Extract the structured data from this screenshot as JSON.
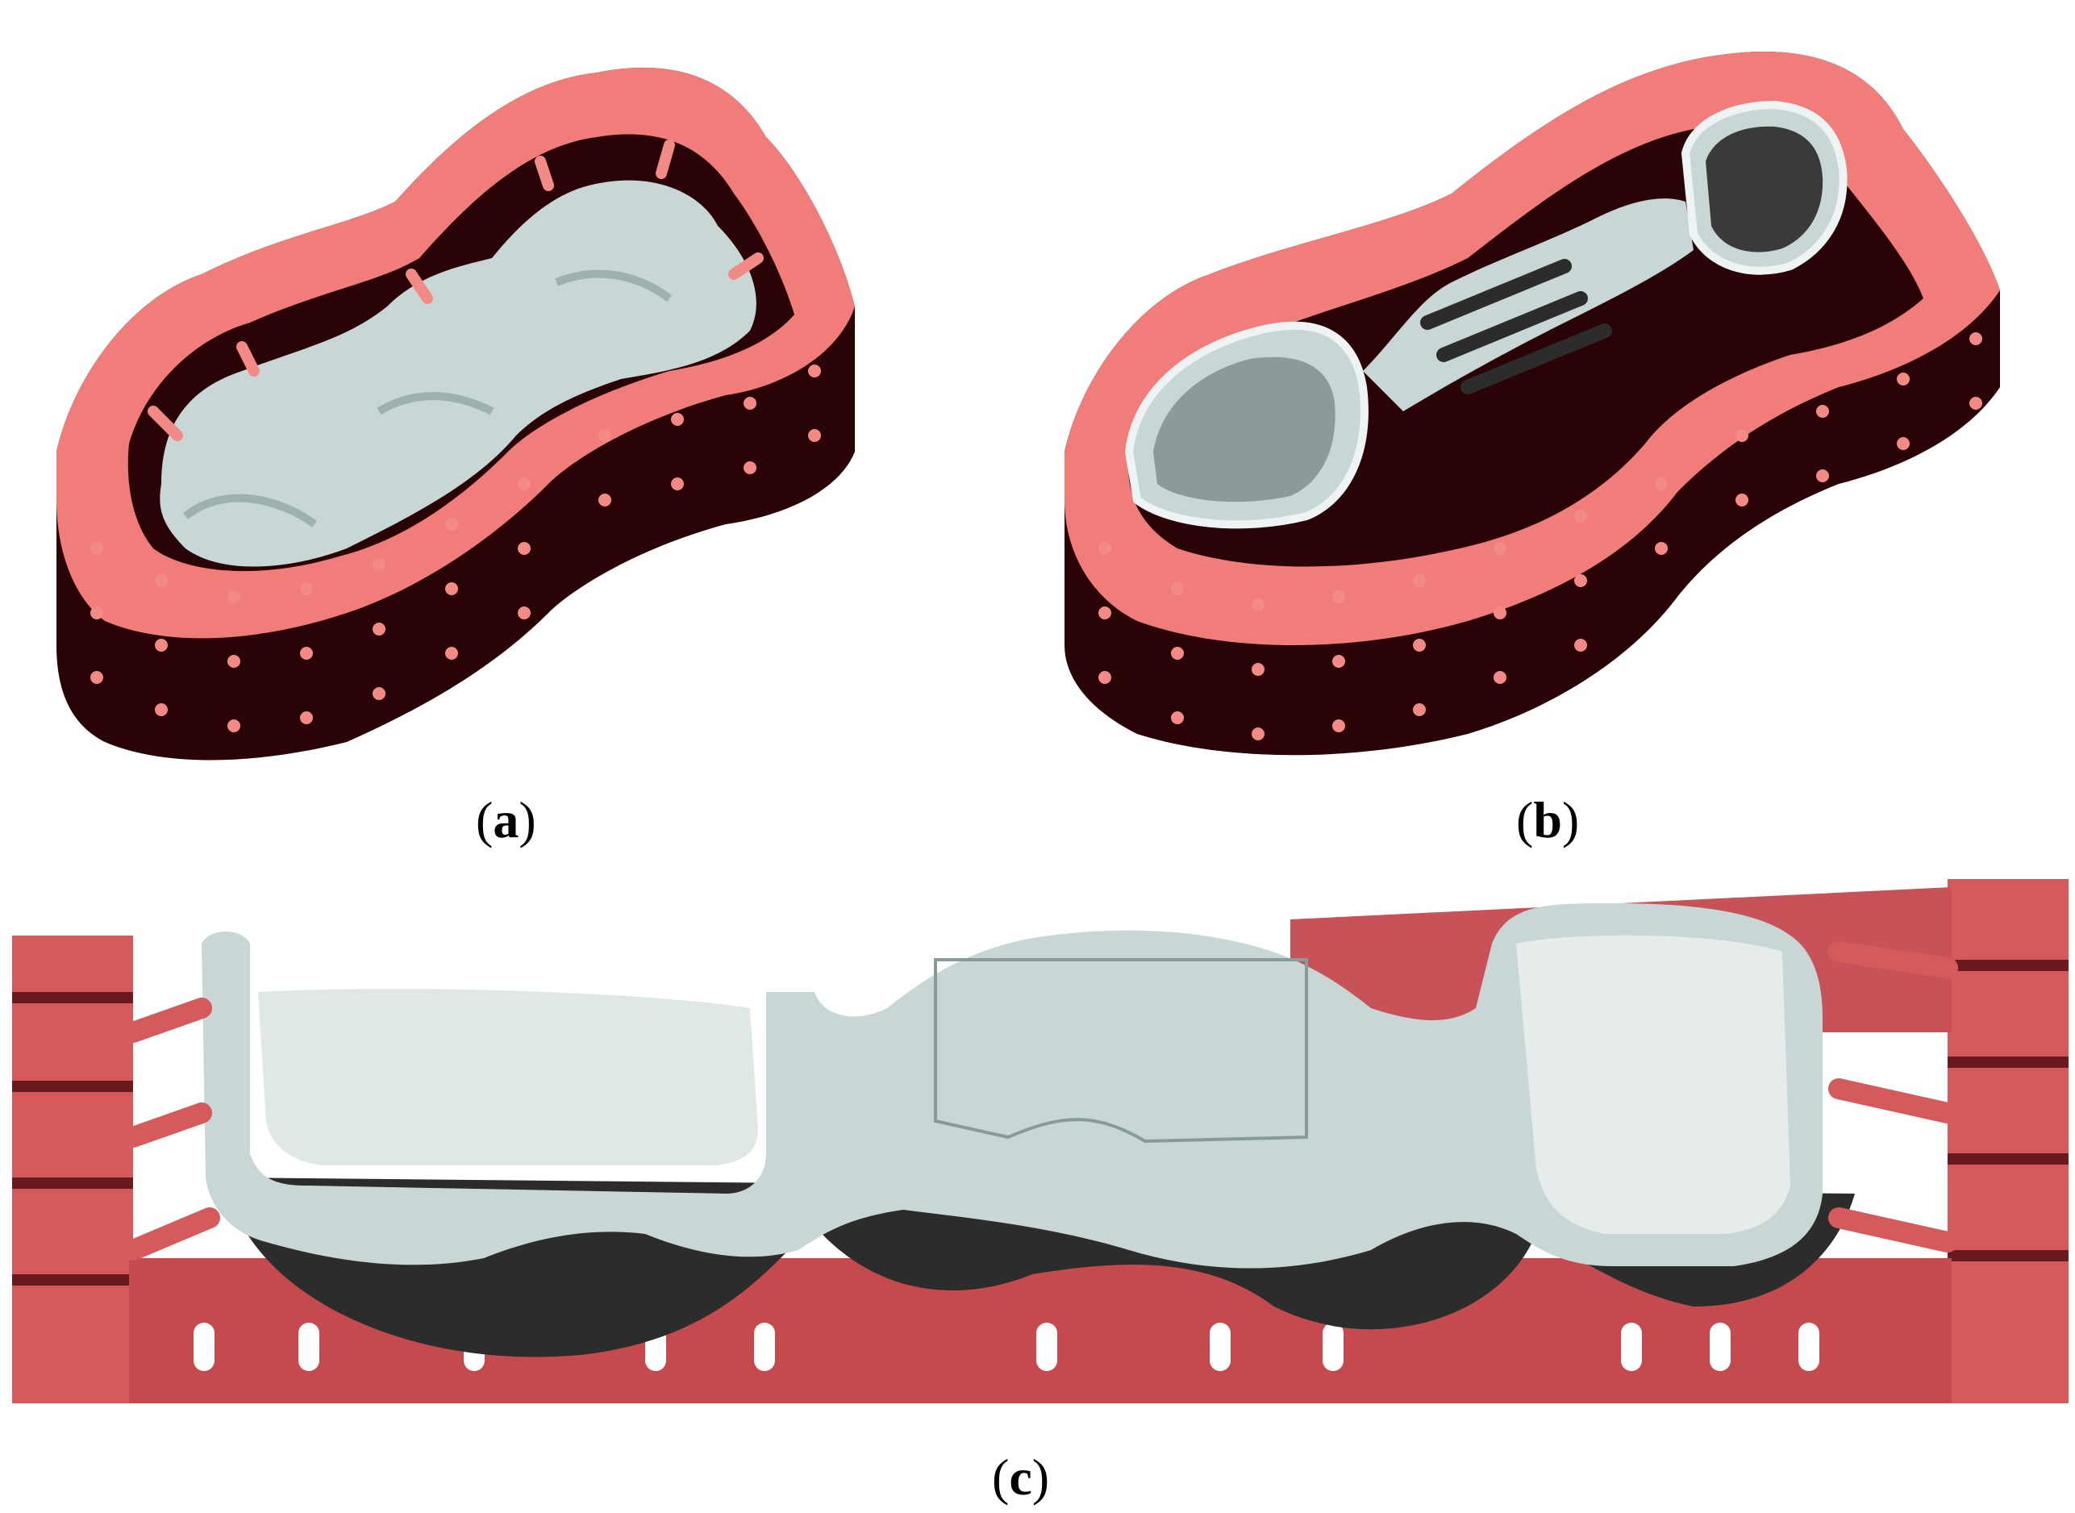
{
  "figure": {
    "panels": [
      {
        "id": "a",
        "letter": "a"
      },
      {
        "id": "b",
        "letter": "b"
      },
      {
        "id": "c",
        "letter": "c"
      }
    ]
  },
  "colors": {
    "wall_dark": "#2a0306",
    "rim": "#f07d7a",
    "pin": "#f28a86",
    "crown": "#c9d6d6",
    "crown_shadow": "#9fb0b0",
    "mesh_red": "#d45a5c",
    "mesh_dark": "#6a1a1e",
    "insert_dark": "#2c2c2c"
  }
}
